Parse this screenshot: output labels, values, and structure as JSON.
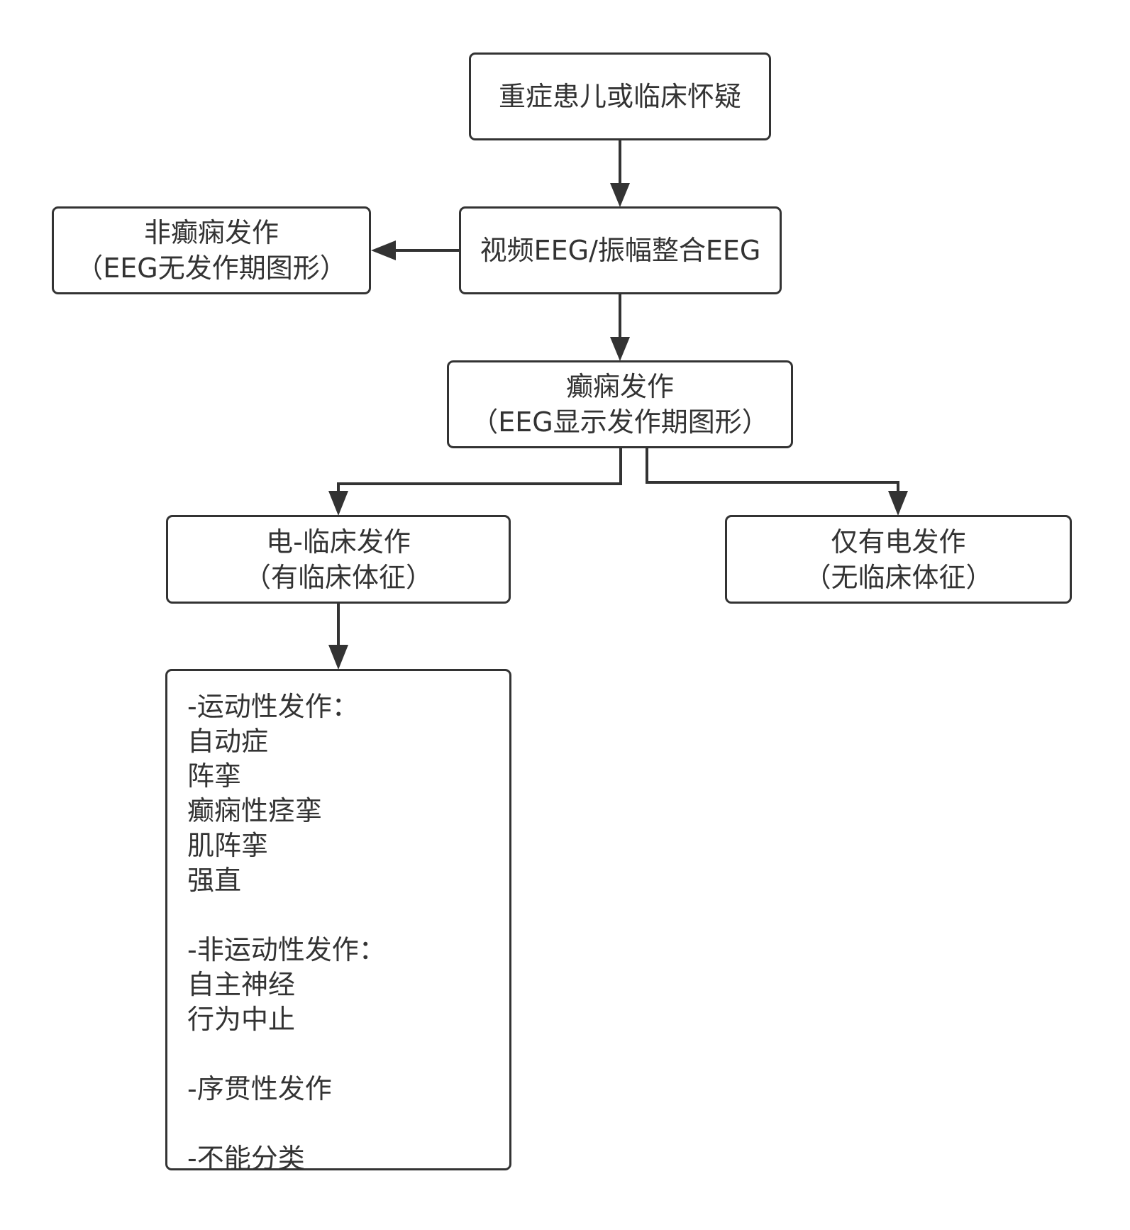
{
  "nodes": {
    "start": {
      "lines": [
        "重症患儿或临床怀疑"
      ]
    },
    "eeg": {
      "lines": [
        "视频EEG/振幅整合EEG"
      ]
    },
    "non_epileptic": {
      "lines": [
        "非癫痫发作",
        "（EEG无发作期图形）"
      ]
    },
    "epileptic": {
      "lines": [
        "癫痫发作",
        "（EEG显示发作期图形）"
      ]
    },
    "electroclinical": {
      "lines": [
        "电-临床发作",
        "（有临床体征）"
      ]
    },
    "electrographic_only": {
      "lines": [
        "仅有电发作",
        "（无临床体征）"
      ]
    },
    "seizure_types": {
      "lines": [
        "-运动性发作：",
        "自动症",
        "阵挛",
        "癫痫性痉挛",
        "肌阵挛",
        "强直",
        "",
        "-非运动性发作：",
        "自主神经",
        "行为中止",
        "",
        "-序贯性发作",
        "",
        "-不能分类"
      ]
    }
  },
  "edges": [
    {
      "from": "start",
      "to": "eeg"
    },
    {
      "from": "eeg",
      "to": "non_epileptic"
    },
    {
      "from": "eeg",
      "to": "epileptic"
    },
    {
      "from": "epileptic",
      "to": "electroclinical"
    },
    {
      "from": "epileptic",
      "to": "electrographic_only"
    },
    {
      "from": "electroclinical",
      "to": "seizure_types"
    }
  ],
  "colors": {
    "stroke": "#333333",
    "text": "#333333",
    "background": "#ffffff"
  }
}
